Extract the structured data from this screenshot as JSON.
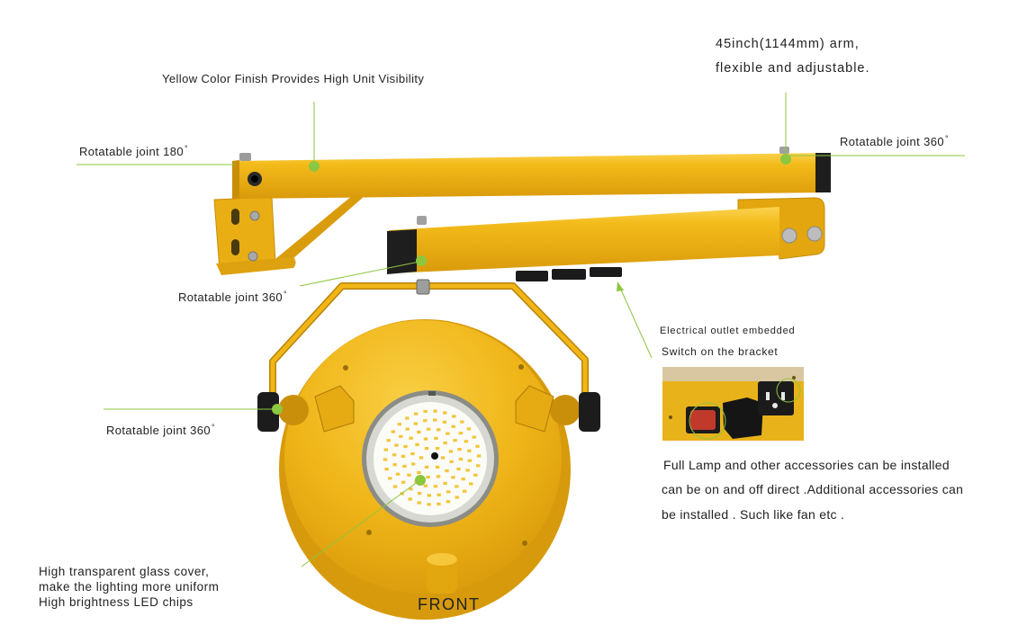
{
  "labels": {
    "visibility": "Yellow Color Finish Provides High Unit Visibility",
    "arm_spec": [
      "45inch(1144mm) arm,",
      "flexible and adjustable."
    ],
    "joint_180": {
      "text": "Rotatable joint 180",
      "sup": "°"
    },
    "joint_360_top": {
      "text": "Rotatable joint 360",
      "sup": "°"
    },
    "joint_360_mid": {
      "text": "Rotatable joint 360",
      "sup": "°"
    },
    "joint_360_left": {
      "text": "Rotatable joint 360",
      "sup": "°"
    },
    "outlet": [
      "Electrical outlet embedded",
      "Switch on the bracket"
    ],
    "accessories": [
      "Full Lamp and other accessories can be installed",
      "can be on and off direct .Additional accessories can",
      "be installed . Such like fan etc ."
    ],
    "glass": [
      "High transparent glass cover,",
      "make the lighting more uniform",
      "High brightness LED chips"
    ],
    "view": "FRONT"
  },
  "colors": {
    "leader_green": "#8dc63f",
    "text": "#222222",
    "lamp_yellow": "#f0b617",
    "accent_black": "#1c1c1c",
    "switch_red": "#c0392b"
  }
}
